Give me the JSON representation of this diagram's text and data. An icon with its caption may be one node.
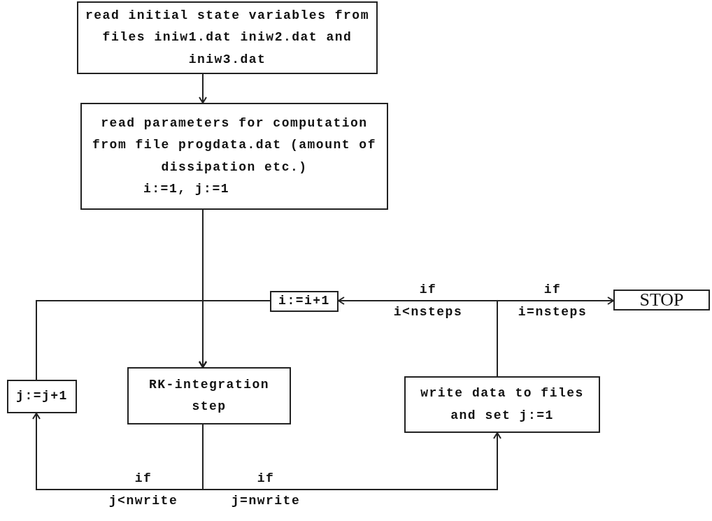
{
  "diagram": {
    "nodes": [
      {
        "text": [
          "read initial state variables from files iniw1.dat iniw2.dat and iniw3.dat"
        ]
      },
      {
        "text": [
          "read parameters for computation from file progdata.dat (amount of dissipation etc.)",
          "i:=1, j:=1"
        ]
      },
      {
        "text": [
          "i:=i+1"
        ]
      },
      {
        "text": [
          "STOP"
        ]
      },
      {
        "text": [
          "j:=j+1"
        ]
      },
      {
        "text": [
          "RK-integration step"
        ]
      },
      {
        "text": [
          "write data to files and set j:=1"
        ]
      }
    ],
    "edges": [
      {
        "from": 0,
        "to": 1,
        "arrow": "to"
      },
      {
        "from": 1,
        "to": 5,
        "arrow": "to"
      },
      {
        "from": 2,
        "to": 5,
        "arrow": "to"
      },
      {
        "from": 4,
        "to": 5,
        "arrow": "to"
      },
      {
        "from": 6,
        "to": 2,
        "arrow": "to",
        "label": "if i<nsteps"
      },
      {
        "from": 6,
        "to": 3,
        "arrow": "to",
        "label": "if i=nsteps"
      },
      {
        "from": 5,
        "to": 4,
        "arrow": "to",
        "label": "if j<nwrite"
      },
      {
        "from": 5,
        "to": 6,
        "arrow": "to",
        "label": "if j=nwrite"
      }
    ]
  }
}
